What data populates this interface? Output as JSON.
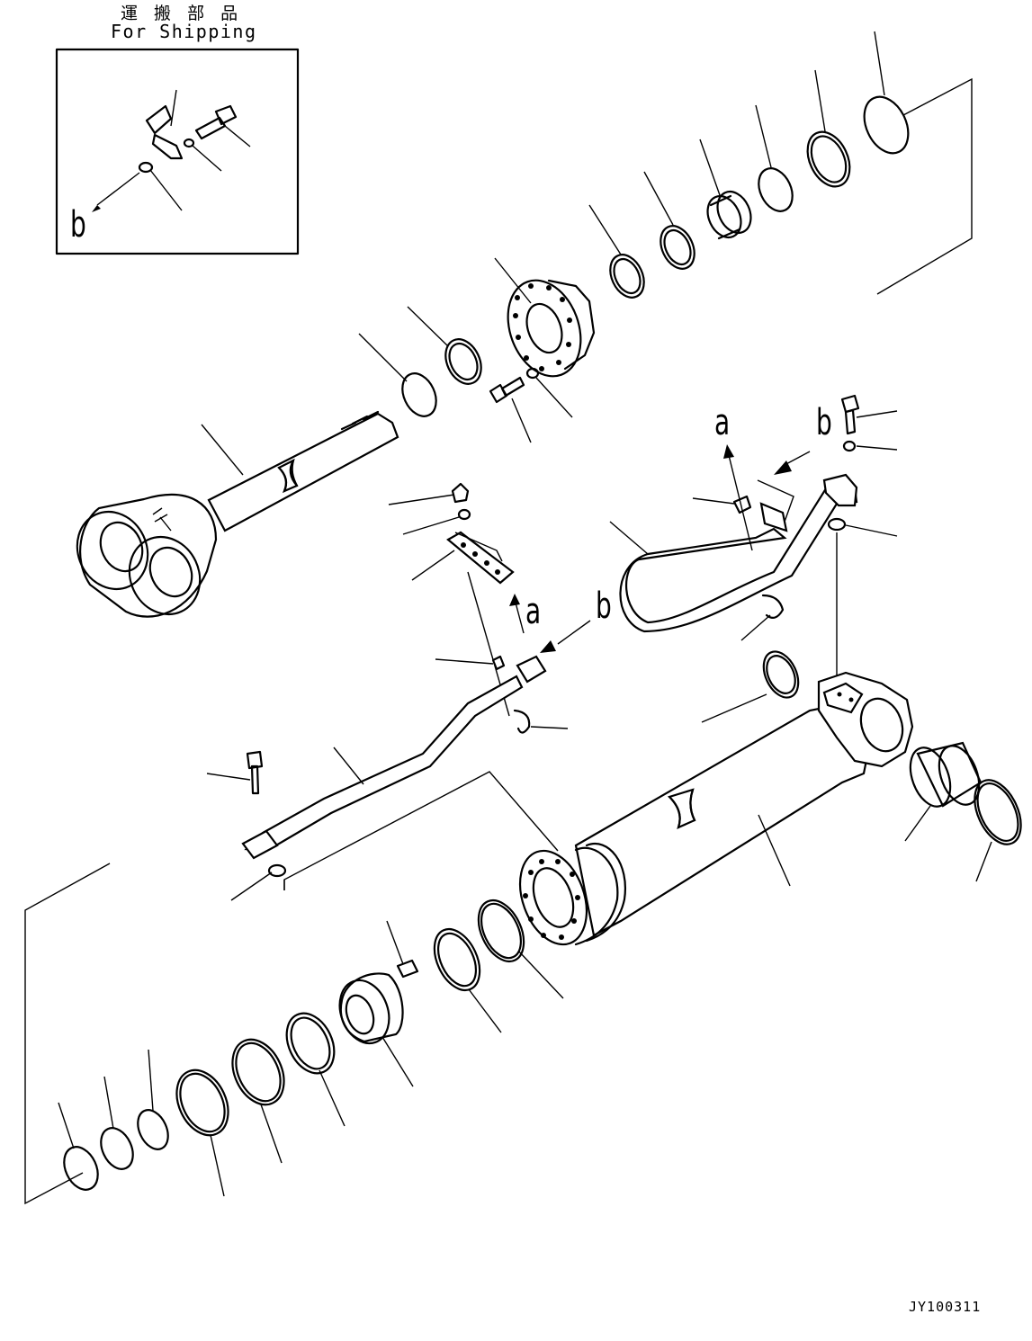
{
  "header": {
    "shipping_jp": "運 搬 部 品",
    "shipping_en": "For Shipping"
  },
  "callouts": {
    "inset_b": "b",
    "upper_a": "a",
    "upper_b": "b",
    "middle_a": "a",
    "middle_b": "b"
  },
  "figure_code": "JY100311"
}
